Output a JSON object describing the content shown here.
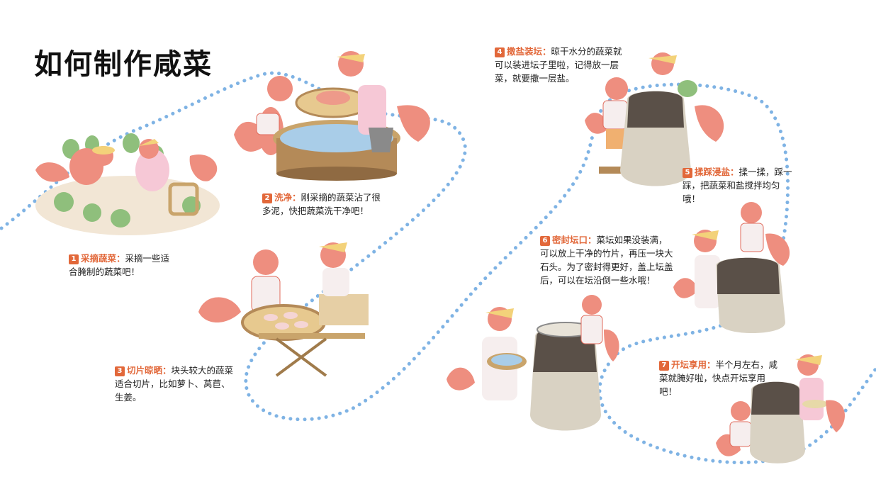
{
  "title": "如何制作咸菜",
  "colors": {
    "accent": "#e2683a",
    "path": "#7fb3e4",
    "fox": "#ee8e7f"
  },
  "steps": [
    {
      "num": "1",
      "head": "采摘蔬菜：",
      "body": "采摘一些适合腌制的蔬菜吧！"
    },
    {
      "num": "2",
      "head": "洗净：",
      "body": "刚采摘的蔬菜沾了很多泥，快把蔬菜洗干净吧！"
    },
    {
      "num": "3",
      "head": "切片晾晒：",
      "body": "块头较大的蔬菜适合切片，比如萝卜、莴苣、生姜。"
    },
    {
      "num": "4",
      "head": "撒盐装坛：",
      "body": "晾干水分的蔬菜就可以装进坛子里啦，记得放一层菜，就要撒一层盐。"
    },
    {
      "num": "5",
      "head": "揉踩浸盐：",
      "body": "揉一揉，踩一踩，把蔬菜和盐搅拌均匀哦！"
    },
    {
      "num": "6",
      "head": "密封坛口：",
      "body": "菜坛如果没装满，可以放上干净的竹片，再压一块大石头。为了密封得更好，盖上坛盖后，可以在坛沿倒一些水哦！"
    },
    {
      "num": "7",
      "head": "开坛享用：",
      "body": "半个月左右，咸菜就腌好啦，快点开坛享用吧！"
    }
  ]
}
